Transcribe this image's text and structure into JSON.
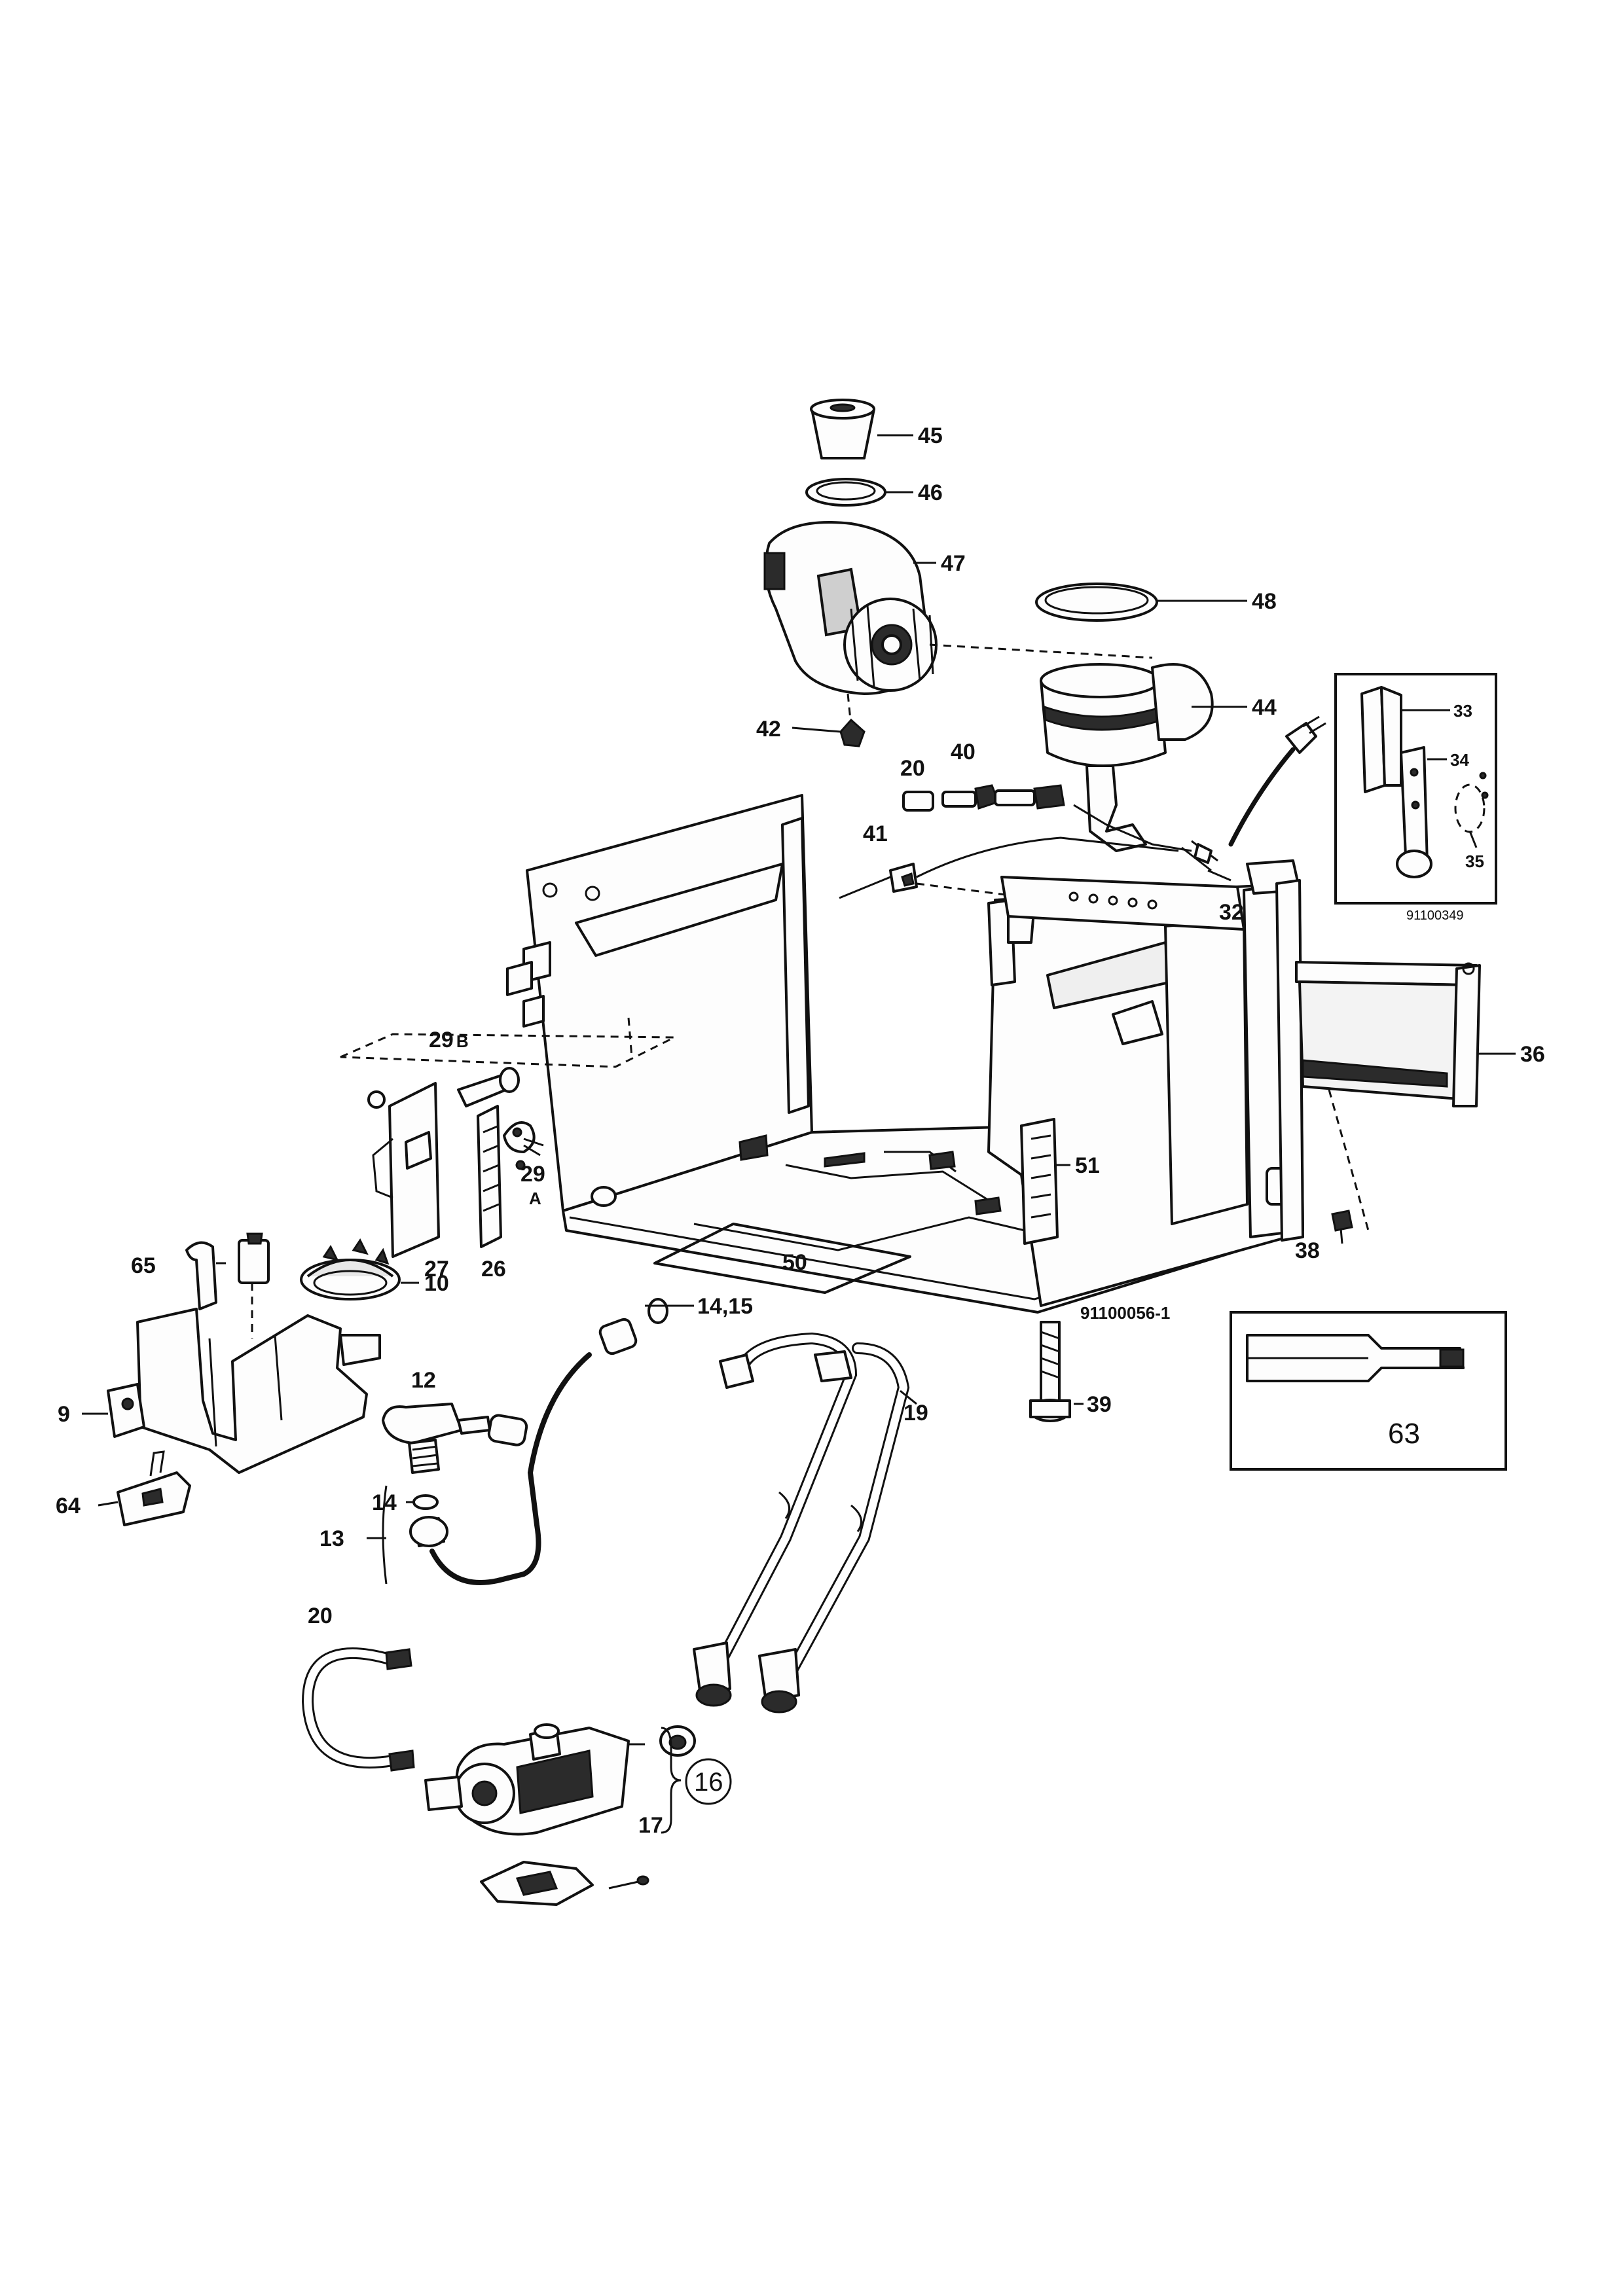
{
  "diagram": {
    "code_main": "91100056-1",
    "code_inset": "91100349",
    "labels": {
      "p45": "45",
      "p46": "46",
      "p47": "47",
      "p48": "48",
      "p44": "44",
      "p42": "42",
      "p40": "40",
      "p20a": "20",
      "p41": "41",
      "p32": "32",
      "p33": "33",
      "p34": "34",
      "p35": "35",
      "p36": "36",
      "p29b": "29",
      "p29b_suffix": "B",
      "p29a": "29",
      "p29a_suffix": "A",
      "p27": "27",
      "p26": "26",
      "p51": "51",
      "p38": "38",
      "p65": "65",
      "p10": "10",
      "p50": "50",
      "p1415": "14,15",
      "p12": "12",
      "p9": "9",
      "p19": "19",
      "p39": "39",
      "p63": "63",
      "p64": "64",
      "p14": "14",
      "p13": "13",
      "p20b": "20",
      "p16": "16",
      "p17": "17"
    }
  }
}
